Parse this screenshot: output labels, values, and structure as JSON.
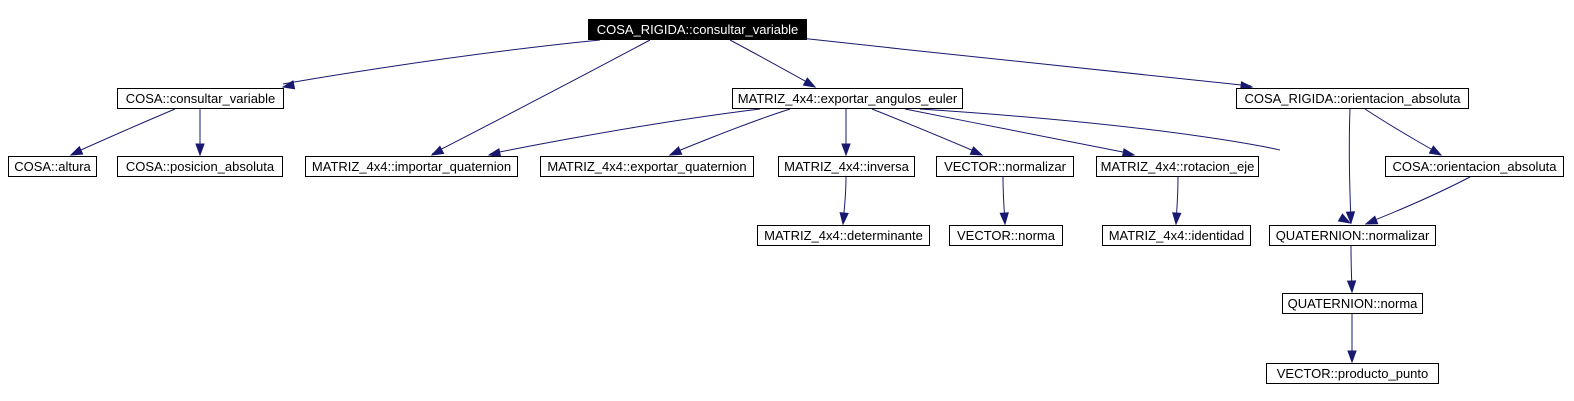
{
  "diagram": {
    "root": "COSA_RIGIDA::consultar_variable",
    "nodes": [
      {
        "id": "root",
        "label": "COSA_RIGIDA::consultar_variable"
      },
      {
        "id": "cosa_cv",
        "label": "COSA::consultar_variable"
      },
      {
        "id": "m_euler",
        "label": "MATRIZ_4x4::exportar_angulos_euler"
      },
      {
        "id": "cr_orient",
        "label": "COSA_RIGIDA::orientacion_absoluta"
      },
      {
        "id": "cosa_altura",
        "label": "COSA::altura"
      },
      {
        "id": "cosa_pos",
        "label": "COSA::posicion_absoluta"
      },
      {
        "id": "m_import_q",
        "label": "MATRIZ_4x4::importar_quaternion"
      },
      {
        "id": "m_export_q",
        "label": "MATRIZ_4x4::exportar_quaternion"
      },
      {
        "id": "m_inversa",
        "label": "MATRIZ_4x4::inversa"
      },
      {
        "id": "v_normalizar",
        "label": "VECTOR::normalizar"
      },
      {
        "id": "m_rot_eje",
        "label": "MATRIZ_4x4::rotacion_eje"
      },
      {
        "id": "cosa_orient",
        "label": "COSA::orientacion_absoluta"
      },
      {
        "id": "m_det",
        "label": "MATRIZ_4x4::determinante"
      },
      {
        "id": "v_norma",
        "label": "VECTOR::norma"
      },
      {
        "id": "m_ident",
        "label": "MATRIZ_4x4::identidad"
      },
      {
        "id": "q_normalizar",
        "label": "QUATERNION::normalizar"
      },
      {
        "id": "q_norma",
        "label": "QUATERNION::norma"
      },
      {
        "id": "v_prod",
        "label": "VECTOR::producto_punto"
      }
    ],
    "edges": [
      {
        "from": "root",
        "to": "cosa_cv"
      },
      {
        "from": "root",
        "to": "m_import_q"
      },
      {
        "from": "root",
        "to": "m_euler"
      },
      {
        "from": "root",
        "to": "cr_orient"
      },
      {
        "from": "cosa_cv",
        "to": "cosa_altura"
      },
      {
        "from": "cosa_cv",
        "to": "cosa_pos"
      },
      {
        "from": "m_euler",
        "to": "m_import_q"
      },
      {
        "from": "m_euler",
        "to": "m_export_q"
      },
      {
        "from": "m_euler",
        "to": "m_inversa"
      },
      {
        "from": "m_euler",
        "to": "v_normalizar"
      },
      {
        "from": "m_euler",
        "to": "m_rot_eje"
      },
      {
        "from": "m_euler",
        "to": "q_normalizar"
      },
      {
        "from": "cr_orient",
        "to": "q_normalizar"
      },
      {
        "from": "cr_orient",
        "to": "cosa_orient"
      },
      {
        "from": "cosa_orient",
        "to": "q_normalizar"
      },
      {
        "from": "m_inversa",
        "to": "m_det"
      },
      {
        "from": "v_normalizar",
        "to": "v_norma"
      },
      {
        "from": "m_rot_eje",
        "to": "m_ident"
      },
      {
        "from": "q_normalizar",
        "to": "q_norma"
      },
      {
        "from": "q_norma",
        "to": "v_prod"
      }
    ],
    "colors": {
      "edge": "#191970",
      "root_fill": "#000000",
      "root_text": "#ffffff",
      "node_fill": "#ffffff",
      "node_border": "#000000",
      "background": "#ffffff"
    }
  }
}
